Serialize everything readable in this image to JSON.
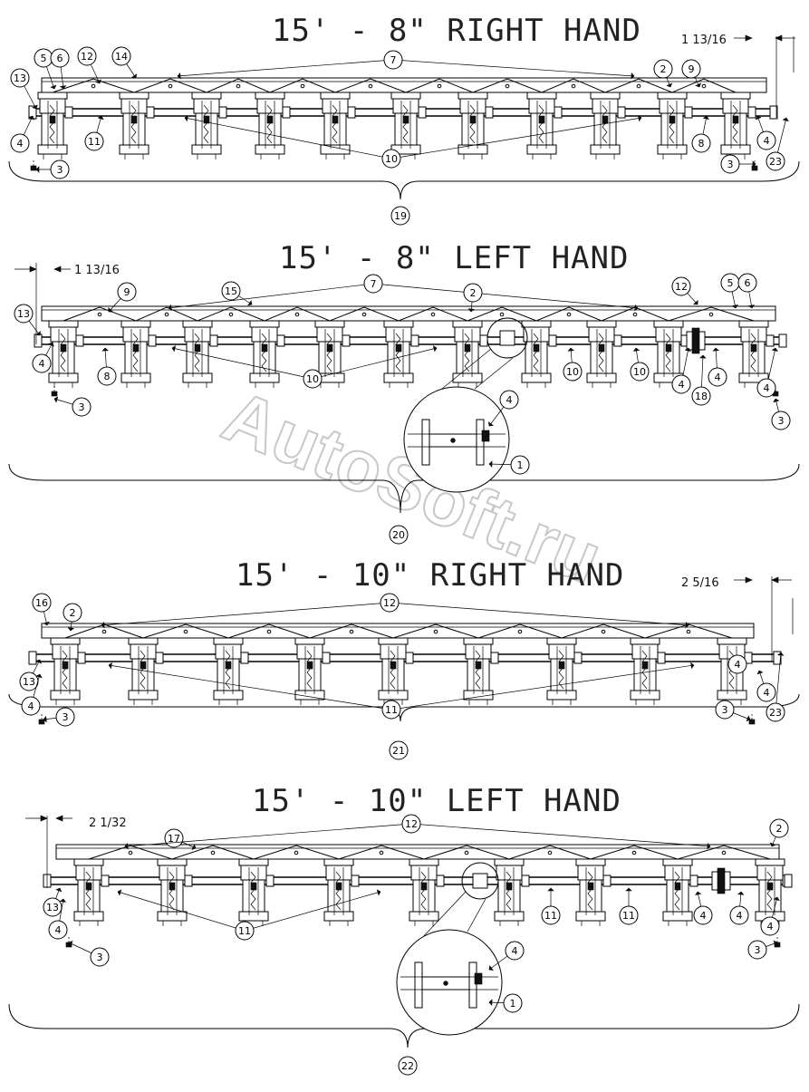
{
  "watermark": "AutoSoft.ru",
  "sections": [
    {
      "id": "s1",
      "title": "15'  -  8\"  RIGHT HAND",
      "dimension": "1 13/16",
      "callouts": [
        {
          "id": "c-13",
          "label": "13"
        },
        {
          "id": "c-5",
          "label": "5"
        },
        {
          "id": "c-6",
          "label": "6"
        },
        {
          "id": "c-12",
          "label": "12"
        },
        {
          "id": "c-14",
          "label": "14"
        },
        {
          "id": "c-7",
          "label": "7"
        },
        {
          "id": "c-2",
          "label": "2"
        },
        {
          "id": "c-9",
          "label": "9"
        },
        {
          "id": "c-4a",
          "label": "4"
        },
        {
          "id": "c-11",
          "label": "11"
        },
        {
          "id": "c-3a",
          "label": "3"
        },
        {
          "id": "c-10",
          "label": "10"
        },
        {
          "id": "c-8",
          "label": "8"
        },
        {
          "id": "c-4b",
          "label": "4"
        },
        {
          "id": "c-3b",
          "label": "3"
        },
        {
          "id": "c-23",
          "label": "23"
        },
        {
          "id": "c-19",
          "label": "19"
        }
      ]
    },
    {
      "id": "s2",
      "title": "15'  -  8\"  LEFT HAND",
      "dimension": "1 13/16",
      "callouts": [
        {
          "id": "c-13",
          "label": "13"
        },
        {
          "id": "c-9",
          "label": "9"
        },
        {
          "id": "c-15",
          "label": "15"
        },
        {
          "id": "c-7",
          "label": "7"
        },
        {
          "id": "c-2",
          "label": "2"
        },
        {
          "id": "c-12",
          "label": "12"
        },
        {
          "id": "c-5",
          "label": "5"
        },
        {
          "id": "c-6",
          "label": "6"
        },
        {
          "id": "c-4a",
          "label": "4"
        },
        {
          "id": "c-8",
          "label": "8"
        },
        {
          "id": "c-3a",
          "label": "3"
        },
        {
          "id": "c-10a",
          "label": "10"
        },
        {
          "id": "c-10b",
          "label": "10"
        },
        {
          "id": "c-10c",
          "label": "10"
        },
        {
          "id": "c-4b",
          "label": "4"
        },
        {
          "id": "c-4c",
          "label": "4"
        },
        {
          "id": "c-18",
          "label": "18"
        },
        {
          "id": "c-4d",
          "label": "4"
        },
        {
          "id": "c-3b",
          "label": "3"
        },
        {
          "id": "c-4e",
          "label": "4"
        },
        {
          "id": "c-1",
          "label": "1"
        },
        {
          "id": "c-20",
          "label": "20"
        }
      ]
    },
    {
      "id": "s3",
      "title": "15'  -  10\"  RIGHT HAND",
      "dimension": "2 5/16",
      "callouts": [
        {
          "id": "c-16",
          "label": "16"
        },
        {
          "id": "c-2",
          "label": "2"
        },
        {
          "id": "c-12",
          "label": "12"
        },
        {
          "id": "c-13",
          "label": "13"
        },
        {
          "id": "c-4a",
          "label": "4"
        },
        {
          "id": "c-3a",
          "label": "3"
        },
        {
          "id": "c-11",
          "label": "11"
        },
        {
          "id": "c-3b",
          "label": "3"
        },
        {
          "id": "c-4b",
          "label": "4"
        },
        {
          "id": "c-4c",
          "label": "4"
        },
        {
          "id": "c-23",
          "label": "23"
        },
        {
          "id": "c-21",
          "label": "21"
        }
      ]
    },
    {
      "id": "s4",
      "title": "15'  -  10\"  LEFT HAND",
      "dimension": "2 1/32",
      "callouts": [
        {
          "id": "c-17",
          "label": "17"
        },
        {
          "id": "c-12",
          "label": "12"
        },
        {
          "id": "c-2",
          "label": "2"
        },
        {
          "id": "c-13",
          "label": "13"
        },
        {
          "id": "c-4a",
          "label": "4"
        },
        {
          "id": "c-11a",
          "label": "11"
        },
        {
          "id": "c-11b",
          "label": "11"
        },
        {
          "id": "c-11c",
          "label": "11"
        },
        {
          "id": "c-4b",
          "label": "4"
        },
        {
          "id": "c-4c",
          "label": "4"
        },
        {
          "id": "c-4d",
          "label": "4"
        },
        {
          "id": "c-3a",
          "label": "3"
        },
        {
          "id": "c-3b",
          "label": "3"
        },
        {
          "id": "c-4e",
          "label": "4"
        },
        {
          "id": "c-1",
          "label": "1"
        },
        {
          "id": "c-22",
          "label": "22"
        }
      ]
    }
  ]
}
